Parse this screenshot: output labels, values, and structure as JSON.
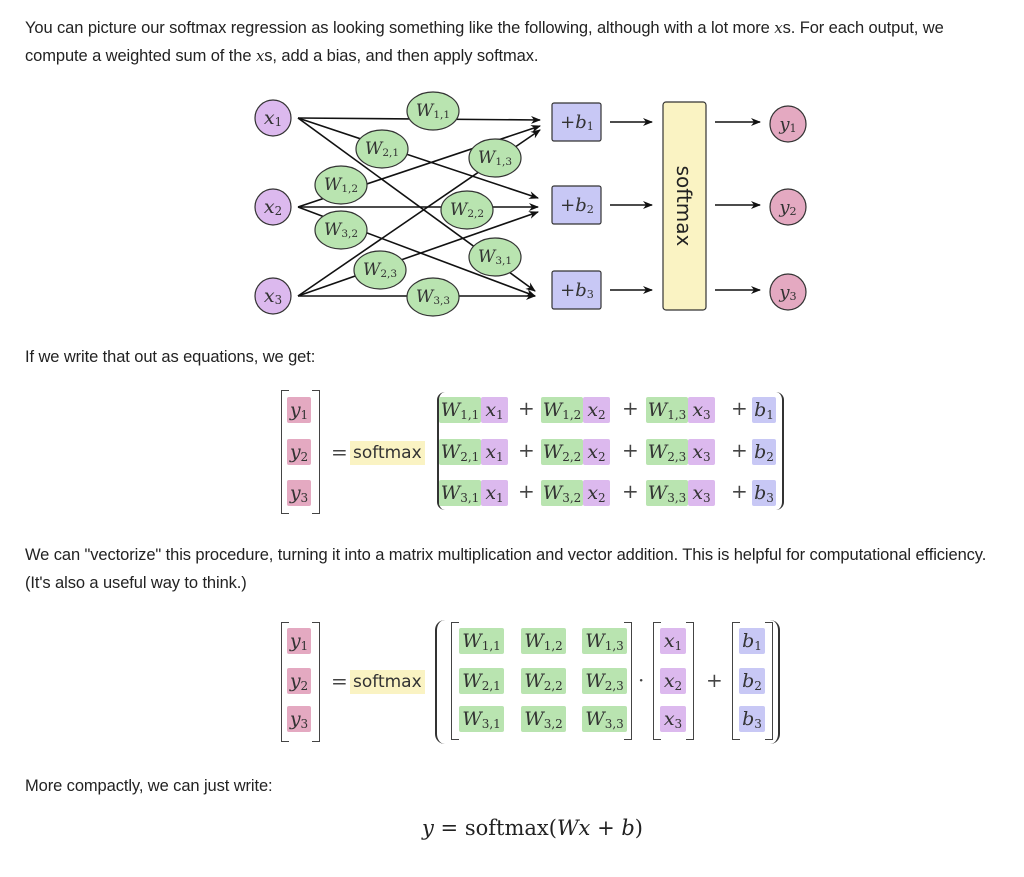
{
  "paragraphs": {
    "intro_a": "You can picture our softmax regression as looking something like the following, although with a lot more ",
    "intro_x": "x",
    "intro_b": "s. For each output, we compute a weighted sum of the ",
    "intro_c": "s, add a bias, and then apply softmax.",
    "equations_lead": "If we write that out as equations, we get:",
    "vectorize": "We can \"vectorize\" this procedure, turning it into a matrix multiplication and vector addition. This is helpful for computational efficiency. (It's also a useful way to think.)",
    "compact": "More compactly, we can just write:"
  },
  "diagram": {
    "inputs": [
      {
        "var": "x",
        "sub": "1"
      },
      {
        "var": "x",
        "sub": "2"
      },
      {
        "var": "x",
        "sub": "3"
      }
    ],
    "weights": [
      "1,1",
      "2,1",
      "1,3",
      "1,2",
      "2,2",
      "3,2",
      "3,1",
      "2,3",
      "3,3"
    ],
    "biases": [
      {
        "label": "+b",
        "sub": "1"
      },
      {
        "label": "+b",
        "sub": "2"
      },
      {
        "label": "+b",
        "sub": "3"
      }
    ],
    "softmax_label": "softmax",
    "outputs": [
      {
        "var": "y",
        "sub": "1"
      },
      {
        "var": "y",
        "sub": "2"
      },
      {
        "var": "y",
        "sub": "3"
      }
    ]
  },
  "equations": {
    "softmax_label": "softmax",
    "equals": "=",
    "plus": "+",
    "dot": "·",
    "y": [
      "1",
      "2",
      "3"
    ],
    "rows": [
      {
        "w": [
          "1,1",
          "1,2",
          "1,3"
        ],
        "b": "1"
      },
      {
        "w": [
          "2,1",
          "2,2",
          "2,3"
        ],
        "b": "2"
      },
      {
        "w": [
          "3,1",
          "3,2",
          "3,3"
        ],
        "b": "3"
      }
    ],
    "x": [
      "1",
      "2",
      "3"
    ]
  },
  "final_formula": {
    "lhs": "y",
    "eq": " = ",
    "fn": "softmax",
    "open": "(",
    "W": "W",
    "x": "x",
    "plus": " + ",
    "b": "b",
    "close": ")"
  },
  "colors": {
    "weight_green": "#b9e4b0",
    "input_purple": "#dcb9ee",
    "bias_blue": "#c8c8f5",
    "output_pink": "#e4a9c1",
    "softmax_yellow": "#faf3c3"
  }
}
